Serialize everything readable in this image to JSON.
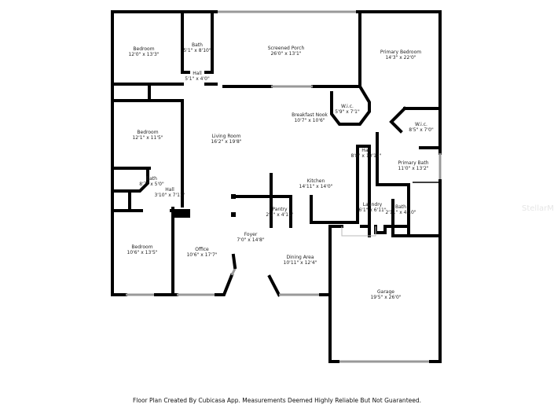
{
  "rooms": [
    {
      "name": "Bedroom",
      "dims": "12'0\" x 13'3\""
    },
    {
      "name": "Bath",
      "dims": "5'1\" x 8'10\""
    },
    {
      "name": "Hall",
      "dims": "5'1\" x 4'0\""
    },
    {
      "name": "Screened Porch",
      "dims": "26'0\" x 13'1\""
    },
    {
      "name": "Primary Bedroom",
      "dims": "14'3\" x 22'0\""
    },
    {
      "name": "Breakfast Nook",
      "dims": "10'7\" x 10'6\""
    },
    {
      "name": "W.i.c.",
      "dims": "5'9\" x 7'1\""
    },
    {
      "name": "W.i.c.",
      "dims": "8'5\" x 7'0\""
    },
    {
      "name": "Bedroom",
      "dims": "12'1\" x 11'5\""
    },
    {
      "name": "Living Room",
      "dims": "16'2\" x 19'8\""
    },
    {
      "name": "Hall",
      "dims": "8'8\" x 10'11\""
    },
    {
      "name": "Primary Bath",
      "dims": "11'0\" x 13'2\""
    },
    {
      "name": "Bath",
      "dims": "8'7\" x 5'0\""
    },
    {
      "name": "Hall",
      "dims": "3'10\" x 7'11\""
    },
    {
      "name": "Kitchen",
      "dims": "14'11\" x 14'0\""
    },
    {
      "name": "Pantry",
      "dims": "2'1\" x 4'11\""
    },
    {
      "name": "Laundry",
      "dims": "6'1\" x 6'11\""
    },
    {
      "name": "Bath",
      "dims": "2'11\" x 4'10\""
    },
    {
      "name": "Bedroom",
      "dims": "10'6\" x 13'5\""
    },
    {
      "name": "Office",
      "dims": "10'6\" x 17'7\""
    },
    {
      "name": "Foyer",
      "dims": "7'0\" x 14'8\""
    },
    {
      "name": "Dining Area",
      "dims": "10'11\" x 12'4\""
    },
    {
      "name": "Garage",
      "dims": "19'5\" x 26'0\""
    }
  ],
  "watermark": "StellarMLS",
  "footer": "Floor Plan Created By Cubicasa App. Measurements Deemed Highly Reliable But Not Guaranteed."
}
